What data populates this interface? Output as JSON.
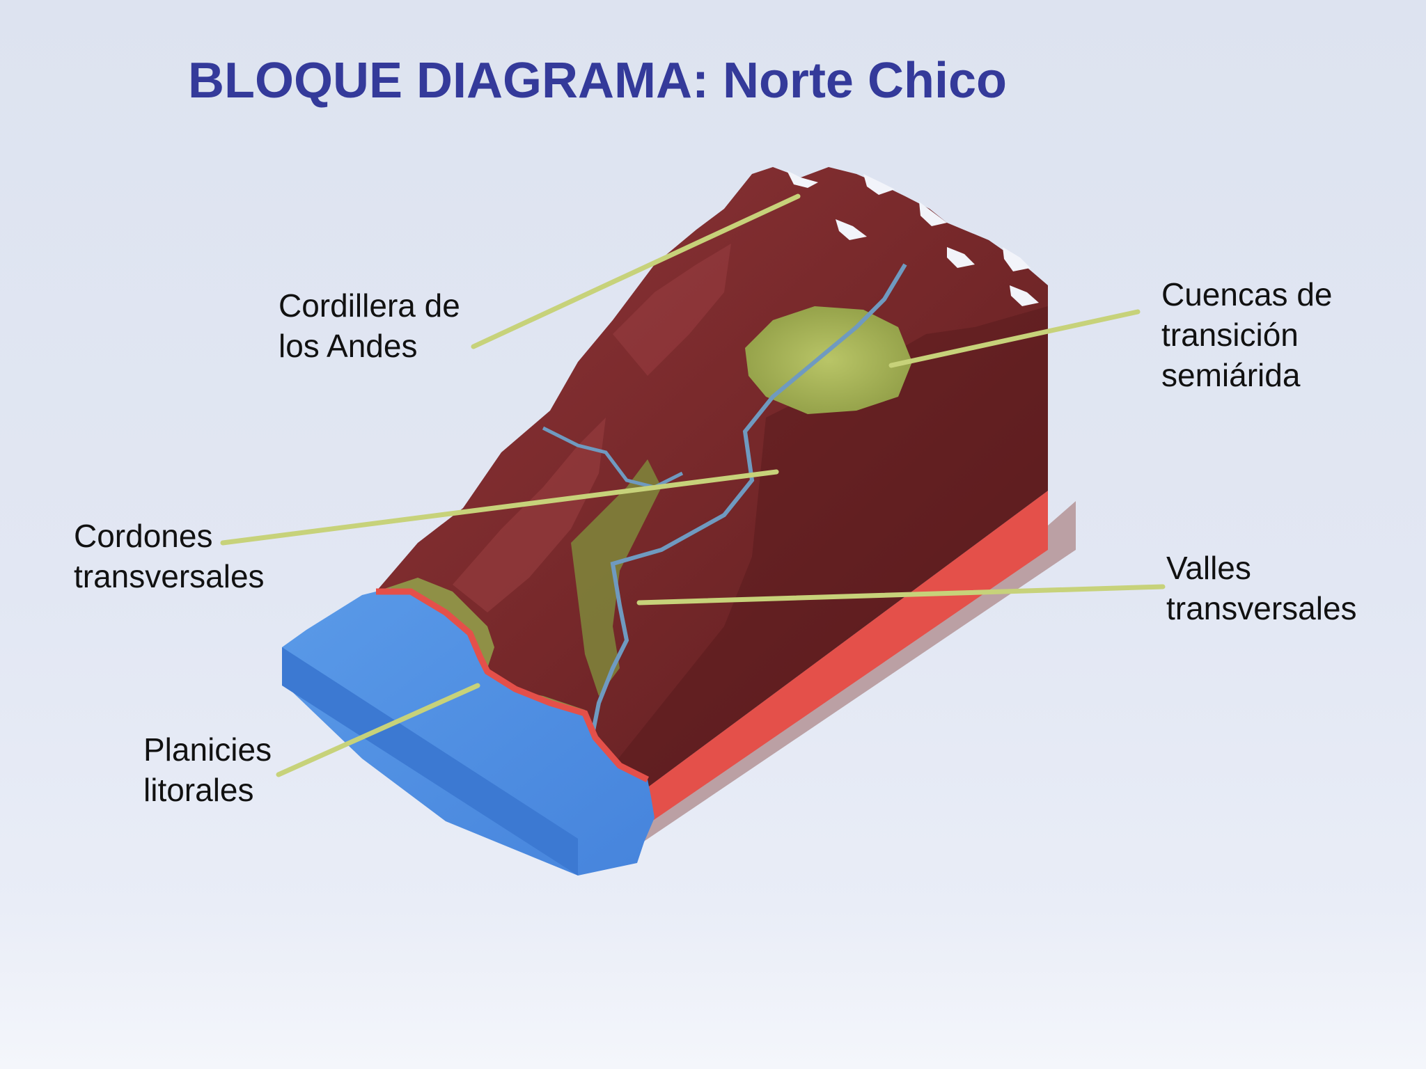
{
  "title": "BLOQUE DIAGRAMA: Norte Chico",
  "labels": {
    "cordillera": {
      "line1": "Cordillera de",
      "line2": "los Andes"
    },
    "cuencas": {
      "line1": "Cuencas de",
      "line2": "transición",
      "line3": "semiárida"
    },
    "cordones": {
      "line1": "Cordones",
      "line2": "transversales"
    },
    "valles": {
      "line1": "Valles",
      "line2": "transversales"
    },
    "planicies": {
      "line1": "Planicies",
      "line2": "litorales"
    }
  },
  "colors": {
    "title": "#343a9a",
    "label_text": "#111111",
    "leader_line": "#c7d27a",
    "ocean_top": "#4f8fe3",
    "ocean_side": "#3c79d2",
    "mountain": "#7a2a2c",
    "mountain_dark": "#4e1618",
    "basin_green": "#a7b559",
    "strata_red": "#e4504a",
    "base_gray": "#bba0a4",
    "snow": "#f2f4fa",
    "river": "#6f9ac0"
  }
}
